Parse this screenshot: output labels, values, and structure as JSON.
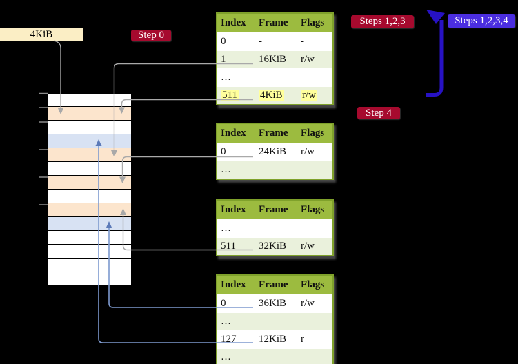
{
  "frame_label": {
    "text": "4KiB"
  },
  "step_labels": {
    "step0": "Step 0",
    "steps123": "Steps 1,2,3",
    "steps1234": "Steps 1,2,3,4",
    "step4": "Step 4"
  },
  "page_tables": [
    {
      "headers": [
        "Index",
        "Frame",
        "Flags"
      ],
      "rows": [
        {
          "cells": [
            "0",
            "-",
            "-"
          ],
          "shaded": false,
          "highlight": false
        },
        {
          "cells": [
            "1",
            "16KiB",
            "r/w"
          ],
          "shaded": true,
          "highlight": false
        },
        {
          "cells": [
            "…",
            "",
            ""
          ],
          "shaded": false,
          "highlight": false
        },
        {
          "cells": [
            "511",
            "4KiB",
            "r/w"
          ],
          "shaded": true,
          "highlight": true
        }
      ]
    },
    {
      "headers": [
        "Index",
        "Frame",
        "Flags"
      ],
      "rows": [
        {
          "cells": [
            "0",
            "24KiB",
            "r/w"
          ],
          "shaded": false,
          "highlight": false
        },
        {
          "cells": [
            "…",
            "",
            ""
          ],
          "shaded": true,
          "highlight": false
        }
      ]
    },
    {
      "headers": [
        "Index",
        "Frame",
        "Flags"
      ],
      "rows": [
        {
          "cells": [
            "…",
            "",
            ""
          ],
          "shaded": false,
          "highlight": false
        },
        {
          "cells": [
            "511",
            "32KiB",
            "r/w"
          ],
          "shaded": true,
          "highlight": false
        }
      ]
    },
    {
      "headers": [
        "Index",
        "Frame",
        "Flags"
      ],
      "rows": [
        {
          "cells": [
            "0",
            "36KiB",
            "r/w"
          ],
          "shaded": false,
          "highlight": false
        },
        {
          "cells": [
            "…",
            "",
            ""
          ],
          "shaded": true,
          "highlight": false
        },
        {
          "cells": [
            "127",
            "12KiB",
            "r"
          ],
          "shaded": false,
          "highlight": false
        },
        {
          "cells": [
            "…",
            "",
            ""
          ],
          "shaded": true,
          "highlight": false
        }
      ]
    }
  ],
  "memory": {
    "rows": [
      "white",
      "peach",
      "white",
      "blue",
      "peach",
      "white",
      "peach",
      "white",
      "peach",
      "blue",
      "white",
      "white",
      "white",
      "white"
    ]
  },
  "colors": {
    "background": "#000000",
    "table_header_green": "#9CBB3F",
    "table_border_olive": "#7FA12B",
    "row_shade_green": "#EAF1DC",
    "highlight_yellow": "#FFFF9C",
    "frame_peach": "#FCE5CD",
    "frame_blue": "#D8E2F3",
    "label_cream": "#FBEEC5",
    "step_label_red": "#A60A2E",
    "steps_label_blue": "#4B2EE0",
    "big_arrow_blue": "#2712C4",
    "connector_gray": "#A9A9A9",
    "connector_steel_blue": "#7D99CE"
  }
}
